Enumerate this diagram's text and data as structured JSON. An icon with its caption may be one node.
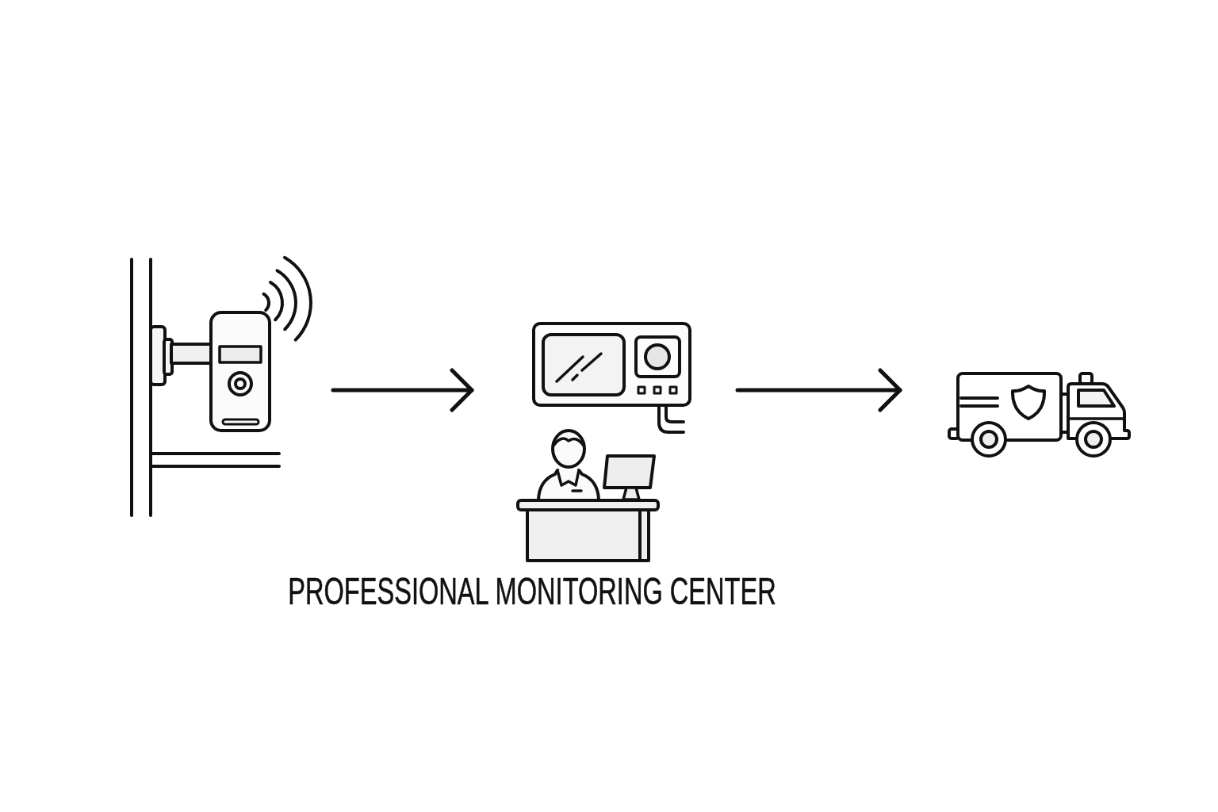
{
  "diagram": {
    "nodes": [
      {
        "text": [],
        "shape": "picture"
      },
      {
        "text": [],
        "shape": "picture",
        "beside": [
          "PROFESSIONAL MONITORING CENTER"
        ]
      },
      {
        "text": [],
        "shape": "picture"
      }
    ],
    "edges": [
      {
        "from": 0,
        "to": 1,
        "arrow": "to"
      },
      {
        "from": 1,
        "to": 2,
        "arrow": "to"
      }
    ]
  }
}
